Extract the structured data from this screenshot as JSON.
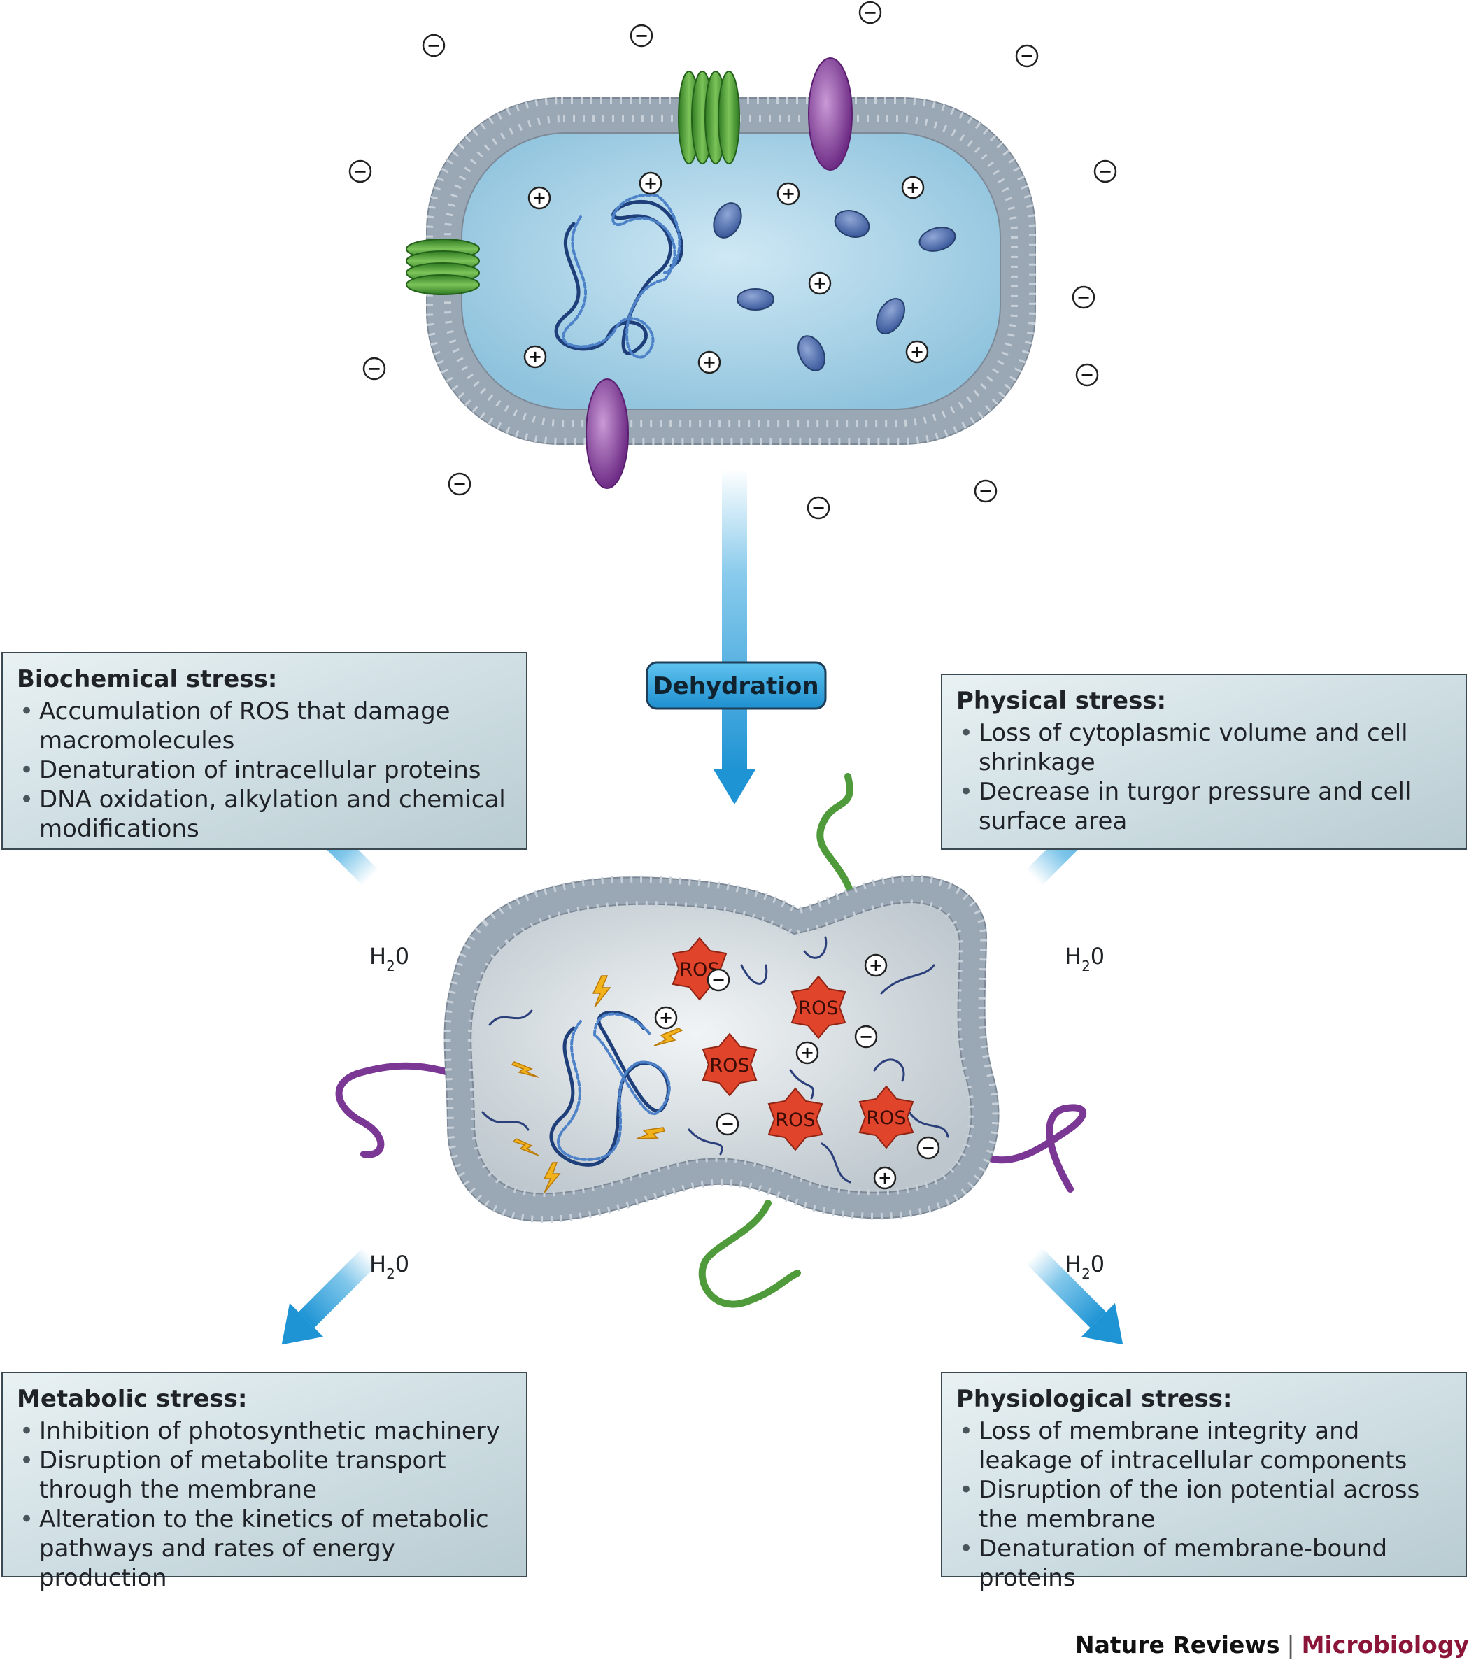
{
  "dehydration_label": "Dehydration",
  "water_label": "H",
  "water_subscript": "2",
  "water_suffix": "0",
  "ros_label": "ROS",
  "plus_symbol": "+",
  "minus_symbol": "−",
  "boxes": {
    "biochemical": {
      "title": "Biochemical stress:",
      "items": [
        "Accumulation of ROS that damage macromolecules",
        "Denaturation of intracellular proteins",
        "DNA oxidation, alkylation and chemical modifications"
      ]
    },
    "physical": {
      "title": "Physical stress:",
      "items": [
        "Loss of cytoplasmic volume and cell shrinkage",
        "Decrease in turgor pressure and cell surface area"
      ]
    },
    "metabolic": {
      "title": "Metabolic stress:",
      "items": [
        "Inhibition of photosynthetic machinery",
        "Disruption of metabolite transport through the membrane",
        "Alteration to the kinetics of metabolic pathways and rates of energy production"
      ]
    },
    "physiological": {
      "title": "Physiological stress:",
      "items": [
        "Loss of membrane integrity and leakage of intracellular components",
        "Disruption of the ion potential across the membrane",
        "Denaturation of membrane-bound proteins"
      ]
    }
  },
  "journal": {
    "name": "Nature Reviews",
    "separator": "|",
    "section": "Microbiology"
  },
  "colors": {
    "membrane": "#8e9aa8",
    "cytoplasm_healthy": "#a7d2e6",
    "cytoplasm_stressed": "#d7dde1",
    "channel_green": "#4f9a3a",
    "protein_purple": "#8a4ca0",
    "ros_red": "#e0452b",
    "arrow_blue": "#2aa0dc",
    "spark_yellow": "#f2b21b"
  }
}
